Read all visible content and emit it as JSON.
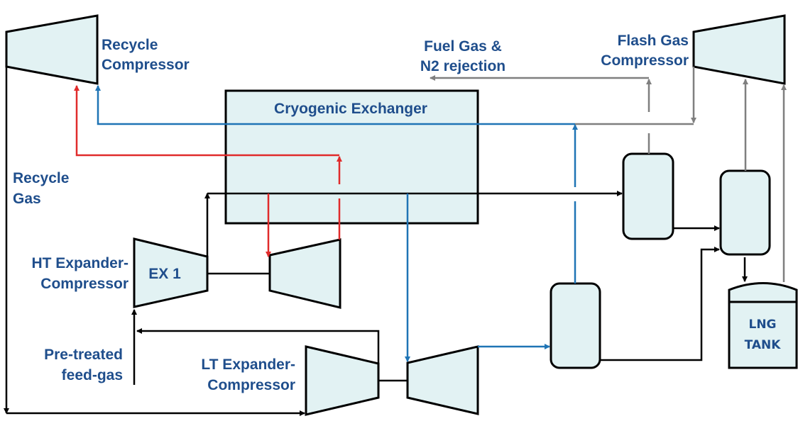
{
  "diagram": {
    "labels": {
      "recycle_compressor": [
        "Recycle",
        "Compressor"
      ],
      "fuel_gas": [
        "Fuel Gas &",
        "N2 rejection"
      ],
      "flash_gas_compressor": [
        "Flash Gas",
        "Compressor"
      ],
      "cryogenic_exchanger": "Cryogenic Exchanger",
      "recycle_gas": [
        "Recycle",
        "Gas"
      ],
      "ht_expander": [
        "HT Expander-",
        "Compressor"
      ],
      "ex1": "EX 1",
      "pretreated": [
        "Pre-treated",
        "feed-gas"
      ],
      "lt_expander": [
        "LT Expander-",
        "Compressor"
      ],
      "lng_tank": [
        "LNG",
        "TANK"
      ]
    },
    "colors": {
      "label_text": "#1f4e8c",
      "equipment_fill": "#e2f2f3",
      "stream_hot": "#e02b2b",
      "stream_cold": "#1f74b5",
      "stream_flash": "#7f7f7f",
      "stream_process": "#000000"
    }
  }
}
